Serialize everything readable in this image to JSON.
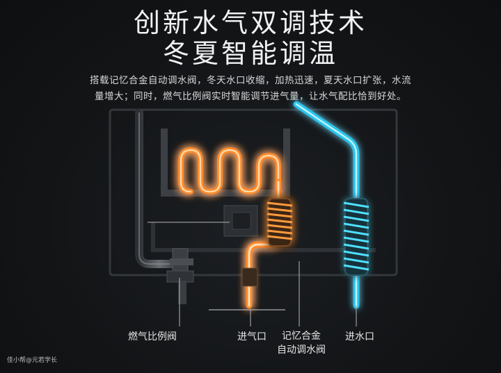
{
  "title": {
    "line1": "创新水气双调技术",
    "line2": "冬夏智能调温"
  },
  "description": {
    "line1": "搭载记忆合金自动调水阀，冬天水口收缩，加热迅速，夏天水口扩张，水流",
    "line2": "量增大；同时，燃气比例阀实时智能调节进气量，让水气配比恰到好处。"
  },
  "callouts": {
    "gas_valve": "燃气比例阀",
    "gas_inlet": "进气口",
    "memory_valve_line1": "记忆合金",
    "memory_valve_line2": "自动调水阀",
    "water_inlet": "进水口"
  },
  "watermark": "佳小帮@元若学长",
  "colors": {
    "hot_pipe": "#ff9a3c",
    "hot_glow": "#ff6a00",
    "cold_pipe": "#3fd6f2",
    "cold_glow": "#0ab4e8",
    "background": "#121416",
    "frame": "#3a3d41"
  }
}
